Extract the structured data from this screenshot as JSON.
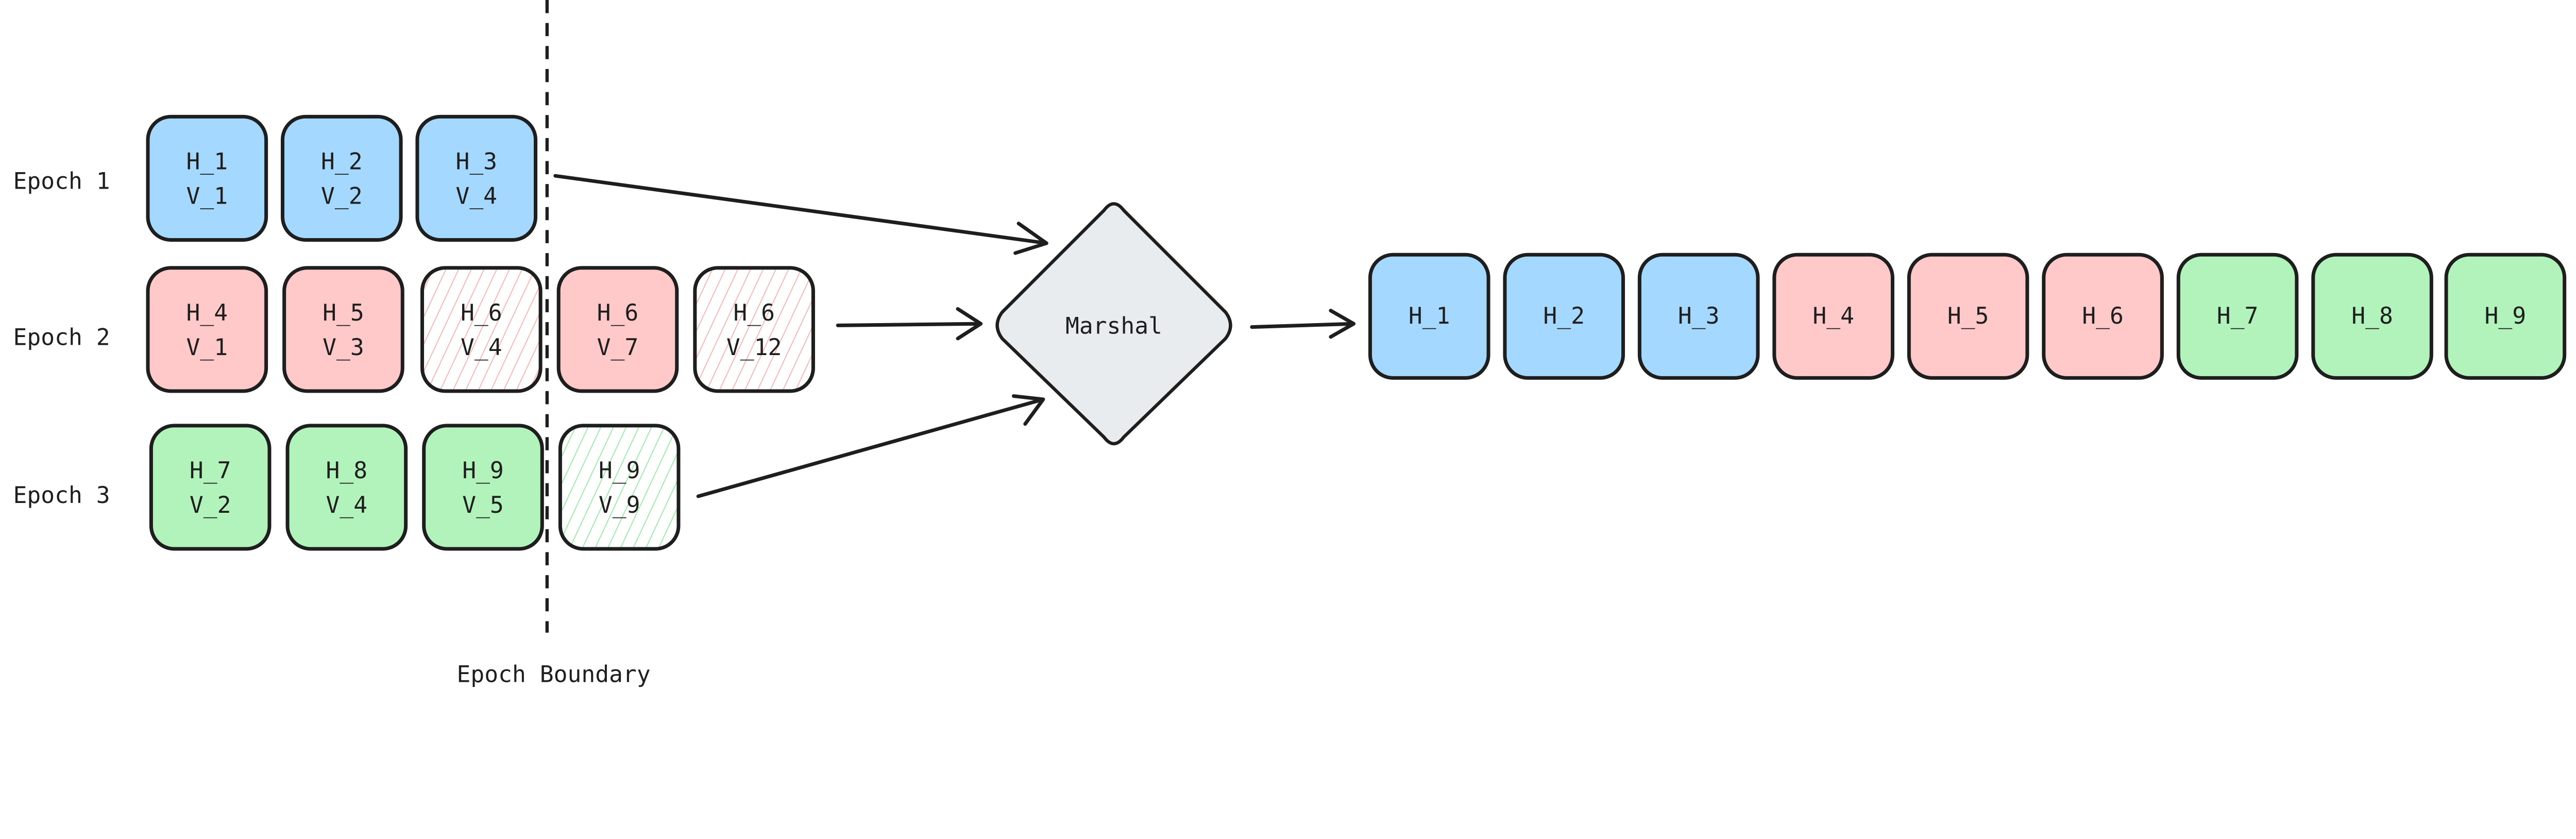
{
  "colors": {
    "blue": "#a5d8ff",
    "red": "#ffc9c9",
    "green": "#b2f2bb",
    "marshal": "#e9ecef",
    "hatch_red": "#ffa8a8",
    "hatch_green": "#8ce99a",
    "stroke": "#1e1e1e"
  },
  "epochs": [
    {
      "label": "Epoch 1",
      "color": "blue",
      "blocks": [
        {
          "h": "H_1",
          "v": "V_1",
          "style": "solid"
        },
        {
          "h": "H_2",
          "v": "V_2",
          "style": "solid"
        },
        {
          "h": "H_3",
          "v": "V_4",
          "style": "solid"
        }
      ]
    },
    {
      "label": "Epoch 2",
      "color": "red",
      "blocks": [
        {
          "h": "H_4",
          "v": "V_1",
          "style": "solid"
        },
        {
          "h": "H_5",
          "v": "V_3",
          "style": "solid"
        },
        {
          "h": "H_6",
          "v": "V_4",
          "style": "hatched"
        },
        {
          "h": "H_6",
          "v": "V_7",
          "style": "solid"
        },
        {
          "h": "H_6",
          "v": "V_12",
          "style": "hatched"
        }
      ]
    },
    {
      "label": "Epoch 3",
      "color": "green",
      "blocks": [
        {
          "h": "H_7",
          "v": "V_2",
          "style": "solid"
        },
        {
          "h": "H_8",
          "v": "V_4",
          "style": "solid"
        },
        {
          "h": "H_9",
          "v": "V_5",
          "style": "solid"
        },
        {
          "h": "H_9",
          "v": "V_9",
          "style": "hatched"
        }
      ]
    }
  ],
  "boundary_label": "Epoch Boundary",
  "marshal_label": "Marshal",
  "output": [
    {
      "label": "H_1",
      "color": "blue"
    },
    {
      "label": "H_2",
      "color": "blue"
    },
    {
      "label": "H_3",
      "color": "blue"
    },
    {
      "label": "H_4",
      "color": "red"
    },
    {
      "label": "H_5",
      "color": "red"
    },
    {
      "label": "H_6",
      "color": "red"
    },
    {
      "label": "H_7",
      "color": "green"
    },
    {
      "label": "H_8",
      "color": "green"
    },
    {
      "label": "H_9",
      "color": "green"
    }
  ]
}
